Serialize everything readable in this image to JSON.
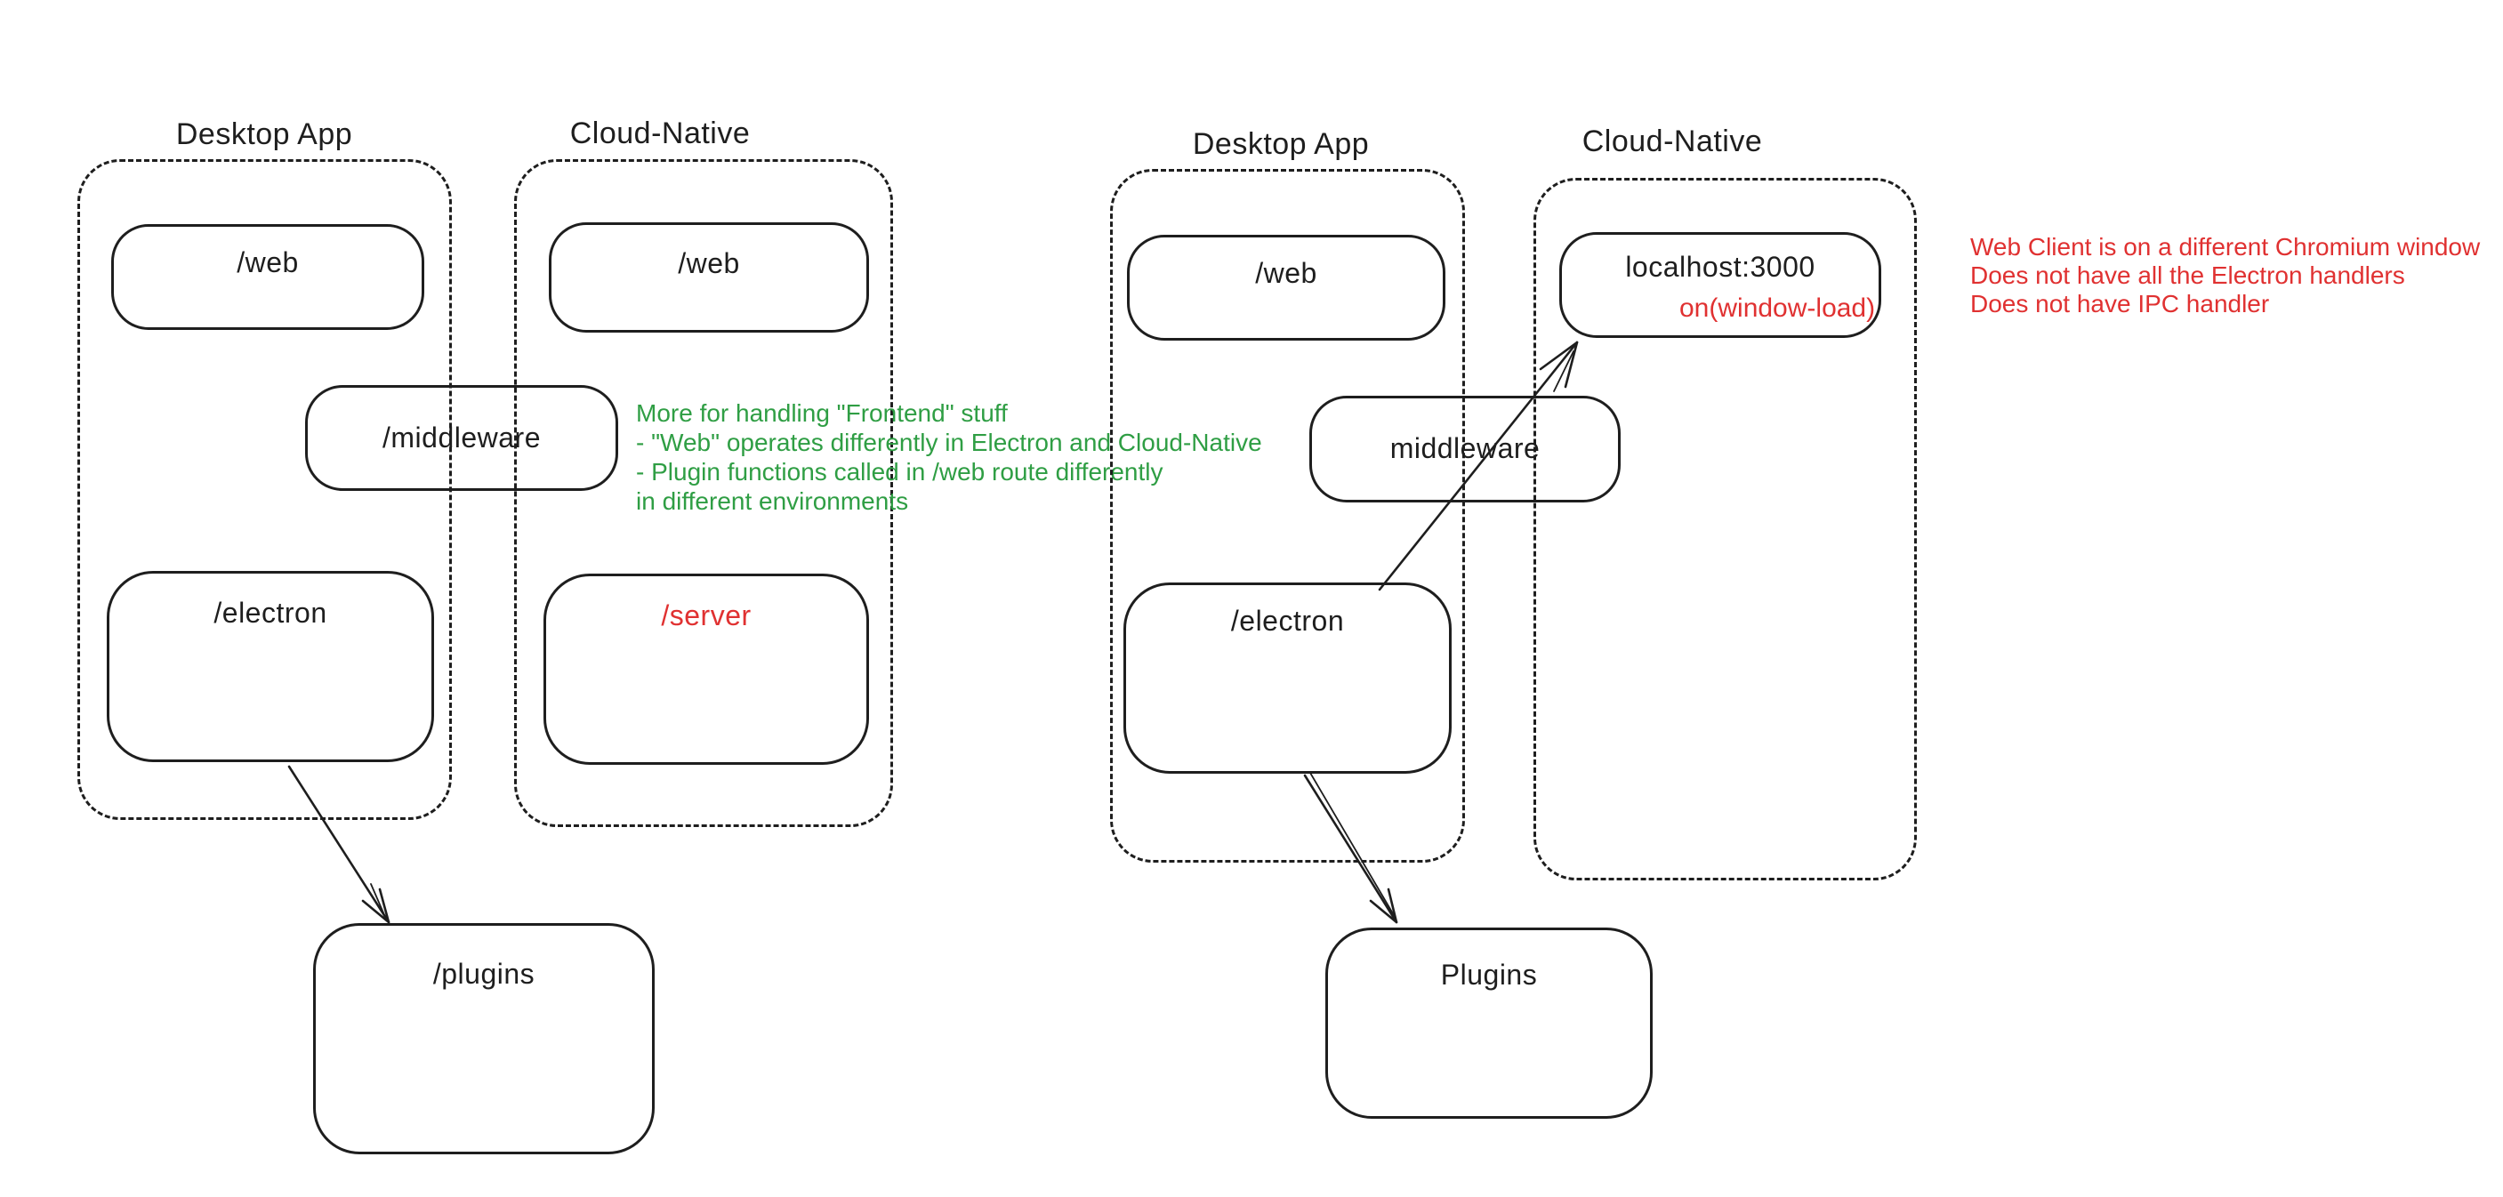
{
  "colors": {
    "stroke": "#1e1e1e",
    "green": "#2f9e44",
    "red": "#e03131",
    "background": "#ffffff"
  },
  "left_diagram": {
    "desktop_container_label": "Desktop App",
    "cloud_container_label": "Cloud-Native",
    "desktop_web_box": "/web",
    "cloud_web_box": "/web",
    "middleware_box": "/middleware",
    "electron_box": "/electron",
    "server_box": "/server",
    "plugins_box": "/plugins",
    "green_note_lines": [
      "More for handling \"Frontend\" stuff",
      "- \"Web\" operates differently in Electron and Cloud-Native",
      "- Plugin functions called in /web route differently",
      "in different environments"
    ]
  },
  "right_diagram": {
    "desktop_container_label": "Desktop App",
    "cloud_container_label": "Cloud-Native",
    "desktop_web_box": "/web",
    "localhost_box": "localhost:3000",
    "localhost_event_label": "on(window-load)",
    "middleware_box": "middleware",
    "electron_box": "/electron",
    "plugins_box": "Plugins",
    "red_note_lines": [
      "Web Client is on a different Chromium window",
      "Does not have all the Electron handlers",
      "Does not have IPC handler"
    ]
  }
}
